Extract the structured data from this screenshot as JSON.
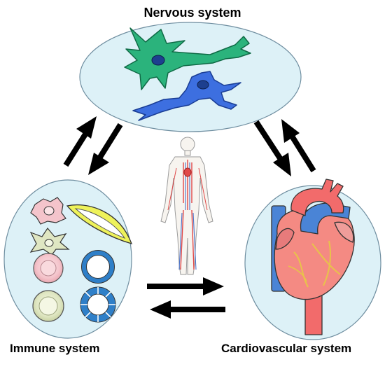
{
  "labels": {
    "nervous": "Nervous system",
    "immune": "Immune system",
    "cardiovascular": "Cardiovascular system"
  },
  "colors": {
    "ellipse_fill": "#ddf1f7",
    "ellipse_stroke": "#6f8ea0",
    "arrow": "#000000",
    "neuron_green": "#2bb37c",
    "neuron_blue": "#3d6fe0",
    "nucleus": "#1d3f8f",
    "heart_red": "#f26b6b",
    "vessel_blue": "#4a84d6"
  },
  "icons": [
    "neuron-icon",
    "body-silhouette-icon",
    "immune-cells-icon",
    "heart-icon"
  ]
}
